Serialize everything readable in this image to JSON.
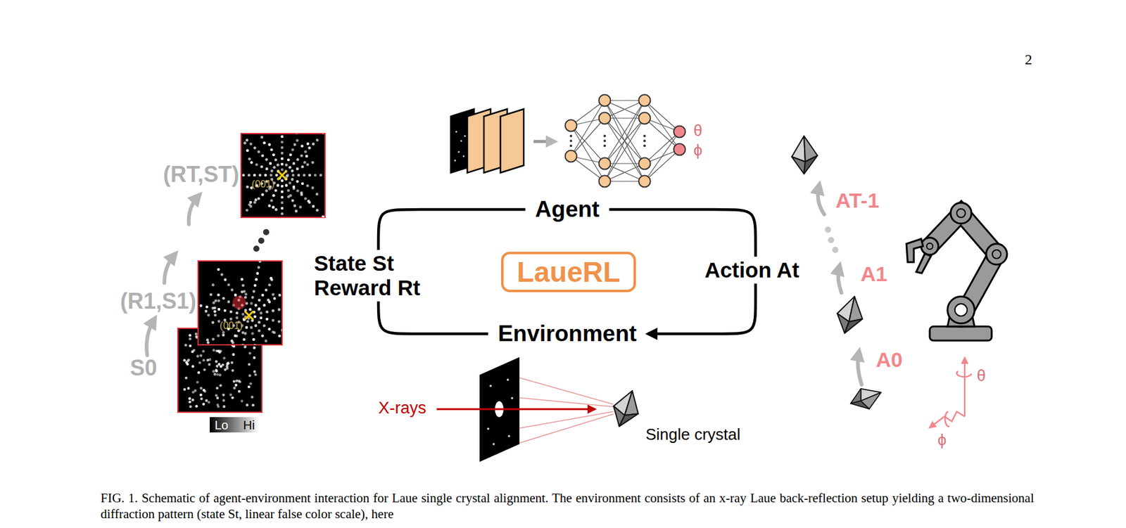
{
  "diagram": {
    "caption": "FIG. 1. Schematic of agent-environment interaction for Laue single crystal alignment. The environment consists of an x-ray Laue back-reflection setup yielding a two-dimensional diffraction pattern (state St, linear false color scale), here",
    "nodes": [
      {
        "text": [
          "Agent"
        ]
      },
      {
        "text": [
          "LaueRL"
        ]
      },
      {
        "text": [
          "Environment"
        ]
      }
    ],
    "edges": [
      {
        "from": 0,
        "to": 2,
        "arrow": "to",
        "label": "Action At"
      },
      {
        "from": 2,
        "to": 0,
        "arrow": "none",
        "label": "State St Reward Rt"
      }
    ],
    "labels": [
      "2",
      "(RT,ST)",
      "(R1,S1)",
      "S0",
      "(001)",
      "(001)",
      "Lo",
      "Hi",
      "θ",
      "ϕ",
      "AT-1",
      "A1",
      "A0",
      "θ",
      "ϕ",
      "X-rays",
      "Single crystal"
    ]
  }
}
